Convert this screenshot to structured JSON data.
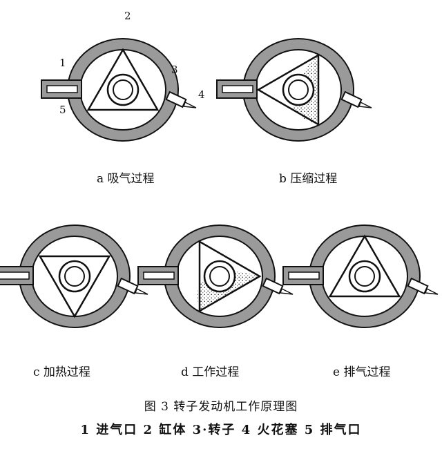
{
  "diagrams": [
    {
      "caption": "a 吸气过程",
      "stage": "intake",
      "rotor_angle": 0
    },
    {
      "caption": "b 压缩过程",
      "stage": "compression",
      "rotor_angle": 30
    },
    {
      "caption": "c 加热过程",
      "stage": "combustion",
      "rotor_angle": 60
    },
    {
      "caption": "d 工作过程",
      "stage": "power",
      "rotor_angle": 90
    },
    {
      "caption": "e 排气过程",
      "stage": "exhaust",
      "rotor_angle": 120
    }
  ],
  "callouts": {
    "n1": "1",
    "n2": "2",
    "n3": "3",
    "n4": "4",
    "n5": "5"
  },
  "figure_title": "图 3   转子发动机工作原理图",
  "legend": "1 进气口  2 缸体  3·转子  4 火花塞  5 排气口",
  "colors": {
    "housing": "#9a9a9a",
    "stroke": "#111111",
    "background": "#ffffff"
  }
}
